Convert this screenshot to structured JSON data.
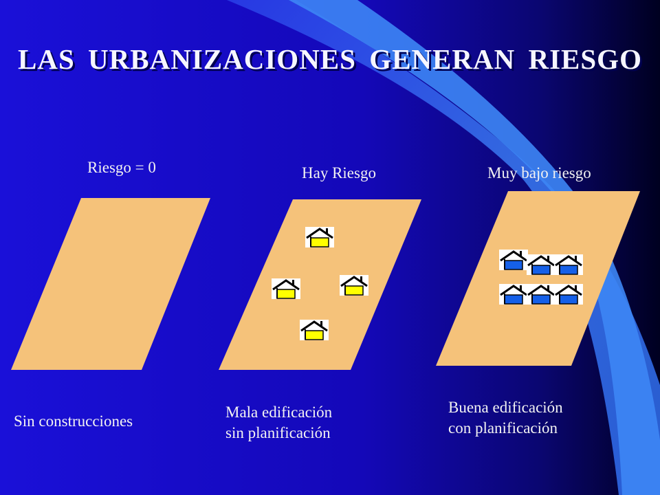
{
  "title": "LAS  URBANIZACIONES  GENERAN  RIESGO",
  "panels": [
    {
      "risk_label": "Riesgo = 0",
      "caption": [
        "Sin construcciones"
      ],
      "house_count": 0
    },
    {
      "risk_label": "Hay Riesgo",
      "caption": [
        "Mala edificación",
        "sin planificación"
      ],
      "house_count": 4
    },
    {
      "risk_label": "Muy bajo riesgo",
      "caption": [
        "Buena  edificación",
        "con planificación"
      ],
      "house_count": 6
    }
  ],
  "colors": {
    "background_left": "#1a10d8",
    "background_right": "#000020",
    "swoosh": "#2f6cf0",
    "land": "#f5c27a",
    "house_door_bad": "#ffff00",
    "house_door_good": "#1560e8"
  }
}
